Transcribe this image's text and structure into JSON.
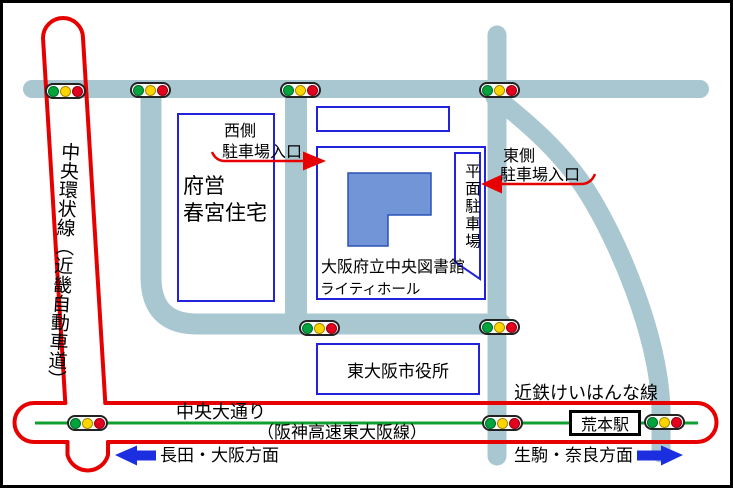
{
  "roads": {
    "chuo_kanjo": "中央環状線（近畿自動車道）",
    "chuo_odori": "中央大通り",
    "hanshin_expressway": "（阪神高速東大阪線）",
    "keihanna_line": "近鉄けいはんな線"
  },
  "places": {
    "housing_line1": "府営",
    "housing_line2": "春宮住宅",
    "library_line1": "大阪府立中央図書館",
    "library_line2": "ライティホール",
    "surface_parking": "平面駐車場",
    "city_hall": "東大阪市役所",
    "station": "荒本駅"
  },
  "entrances": {
    "west_line1": "西側",
    "west_line2": "駐車場入口",
    "east_line1": "東側",
    "east_line2": "駐車場入口"
  },
  "directions": {
    "west": "長田・大阪方面",
    "east": "生駒・奈良方面"
  },
  "colors": {
    "road_blue": "#a9c7d1",
    "road_red": "#e60000",
    "rail_green": "#10a030",
    "direction_arrow_blue": "#1c2fe0",
    "building_fill": "#7295d8",
    "box_outline_blue": "#2222dd",
    "signal_green": "#00a33c",
    "signal_yellow": "#ffd500",
    "signal_red": "#e3001e"
  },
  "icons": {
    "traffic_light": "traffic-light-icon",
    "parking_entrance_arrow": "red-arrow-icon",
    "direction_arrow": "blue-arrow-icon"
  }
}
